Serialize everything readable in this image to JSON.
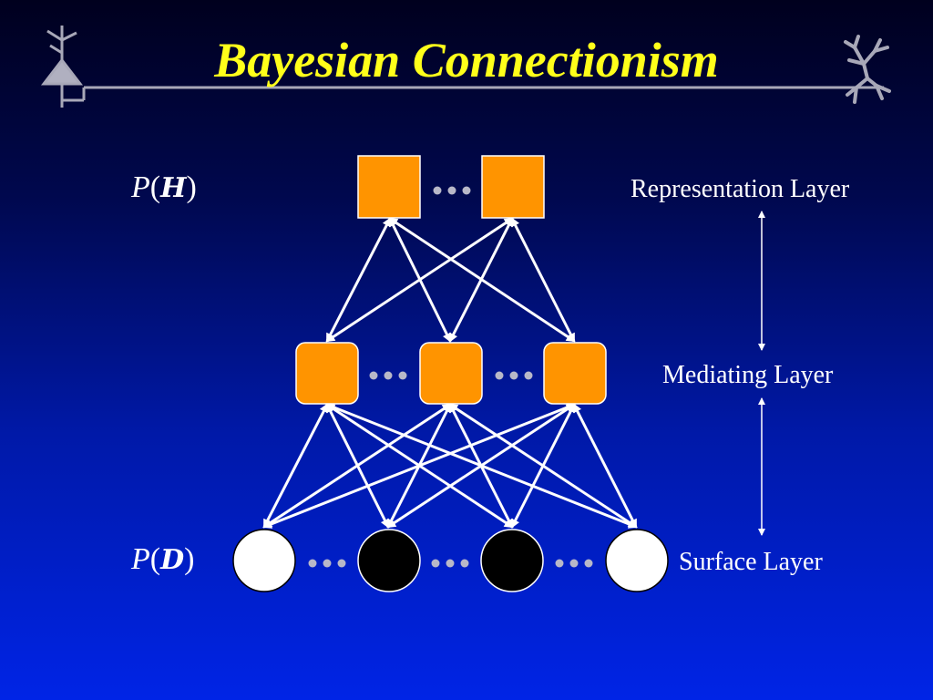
{
  "title": "Bayesian Connectionism",
  "formulas": {
    "top": {
      "p": "P",
      "open": "(",
      "symbol": "H",
      "close": ")"
    },
    "bottom": {
      "p": "P",
      "open": "(",
      "symbol": "D",
      "close": ")"
    }
  },
  "layers": {
    "representation": "Representation Layer",
    "mediating": "Mediating Layer",
    "surface": "Surface Layer"
  },
  "colors": {
    "title": "#ffff1a",
    "node_orange": "#ff9400",
    "node_white": "#ffffff",
    "node_black": "#000000",
    "ellipsis_dots": "#b8b8c8",
    "arrows": "#ffffff"
  },
  "network": {
    "representation_nodes": [
      "square",
      "square"
    ],
    "mediating_nodes": [
      "rounded-square",
      "rounded-square",
      "rounded-square"
    ],
    "surface_nodes": [
      "white",
      "black",
      "black",
      "white"
    ]
  },
  "icons": {
    "left": "neuron-schematic-icon",
    "right": "neuron-dendrite-icon"
  }
}
